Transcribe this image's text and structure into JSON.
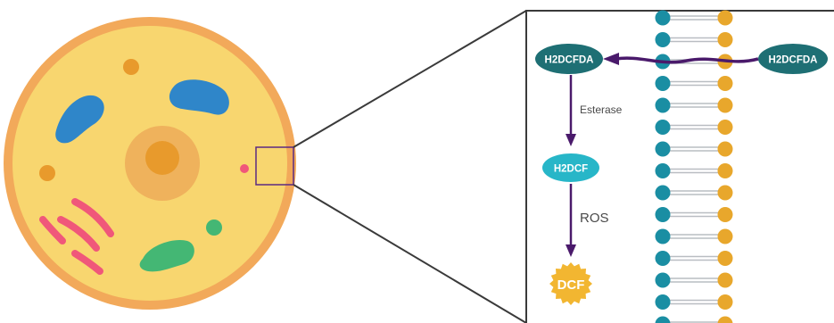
{
  "diagram": {
    "title": "",
    "labels": {
      "substrate_outside": "H2DCFDA",
      "substrate_inside": "H2DCFDA",
      "enzyme": "Esterase",
      "intermediate": "H2DCF",
      "oxidant": "ROS",
      "product": "DCF"
    },
    "colors": {
      "background": "#ffffff",
      "cell_membrane": "#f2a95a",
      "cytoplasm": "#f8d66f",
      "nucleus_outer": "#efb25c",
      "nucleus_inner": "#e89a2c",
      "mitochondria": "#2f86c9",
      "golgi": "#f0577a",
      "green_organelle": "#44b774",
      "zoom_box": "#5b2a82",
      "connector_lines": "#3a3a3a",
      "phospholipid_head_left": "#1a8ea3",
      "phospholipid_head_right": "#e8a72c",
      "phospholipid_tail": "#b9bdc2",
      "dark_teal_node": "#1e6f74",
      "light_teal_node": "#27b6c8",
      "dcf_starburst": "#f2b631",
      "arrow": "#4a1a6b",
      "label_text_light": "#ffffff",
      "label_text_dark": "#4a4a4a"
    }
  }
}
